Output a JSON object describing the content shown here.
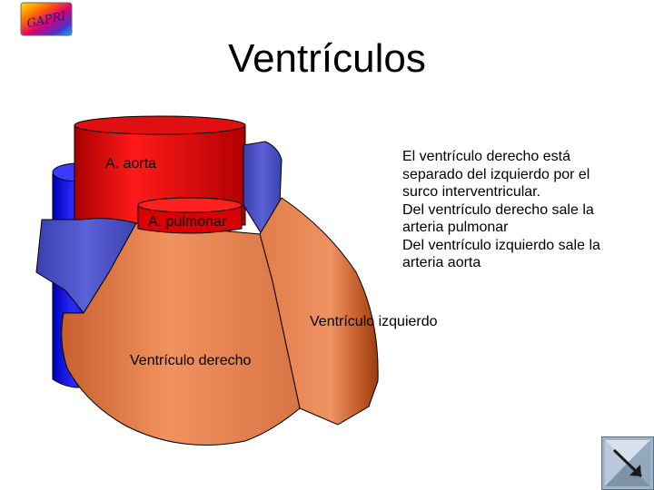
{
  "logo": {
    "text": "GAPRI"
  },
  "slide": {
    "title": "Ventrículos",
    "description": [
      "El ventrículo derecho está",
      "separado del izquierdo por el",
      "surco interventricular.",
      "Del ventrículo derecho sale la",
      "arteria pulmonar",
      "Del ventrículo izquierdo sale la",
      "arteria aorta"
    ],
    "labels": {
      "aorta": "A. aorta",
      "pulmonar": "A. pulmonar",
      "ventriculo_izquierdo": "Ventrículo izquierdo",
      "ventriculo_derecho": "Ventrículo derecho"
    }
  },
  "navigation": {
    "next_icon": "next-slide-icon"
  },
  "colors": {
    "aorta": "#e00000",
    "vein": "#0000ee",
    "atrium": "#4f55c4",
    "right_ventricle": "#e98a58",
    "left_ventricle": "#e98a58",
    "shadow": "#b6501f"
  }
}
